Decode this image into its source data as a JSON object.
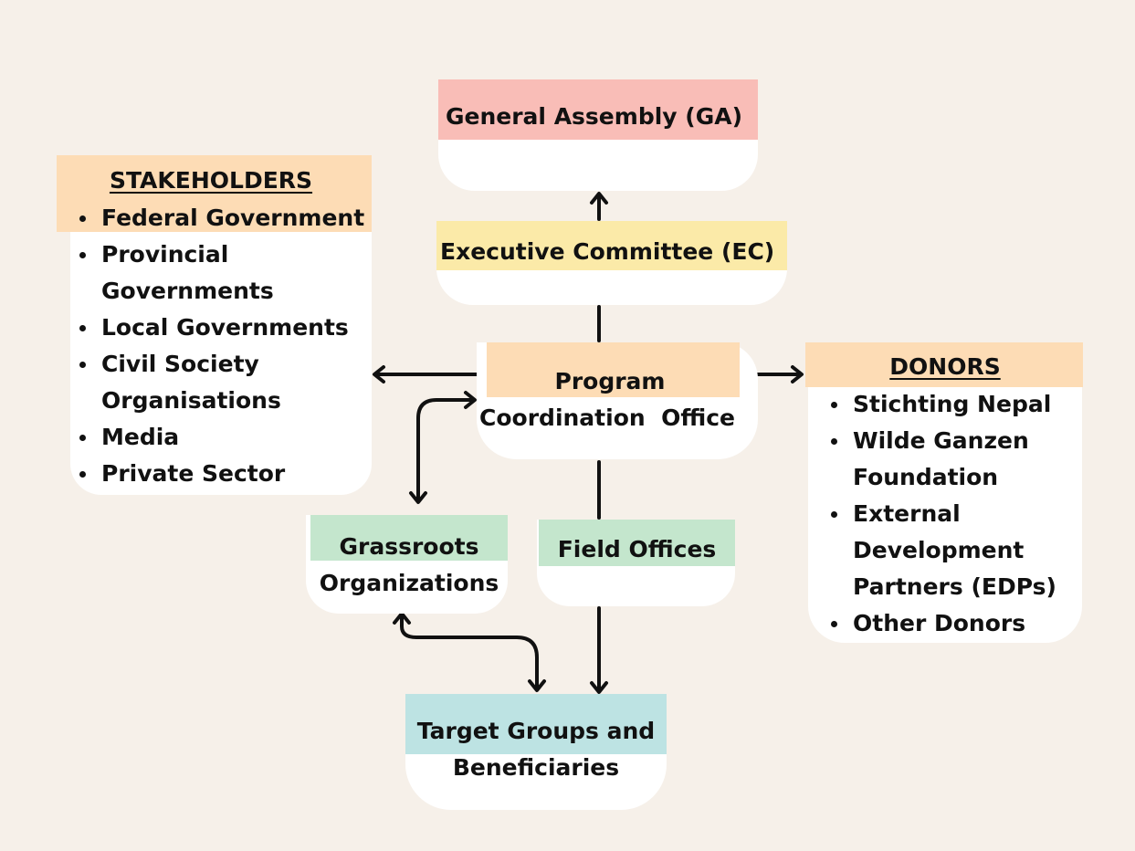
{
  "general_assembly": {
    "label": "General Assembly (GA)"
  },
  "executive_committee": {
    "label": "Executive Committee (EC)"
  },
  "program_office": {
    "line1": "Program",
    "line2": "Coordination  Office"
  },
  "stakeholders": {
    "title": "STAKEHOLDERS",
    "items": [
      "Federal Government",
      "Provincial",
      "Governments",
      "Local Governments",
      "Civil Society",
      "Organisations",
      "Media",
      "Private Sector"
    ]
  },
  "donors": {
    "title": "DONORS",
    "items": [
      "Stichting Nepal",
      "Wilde Ganzen",
      "Foundation",
      "External",
      "Development",
      "Partners (EDPs)",
      "Other Donors"
    ]
  },
  "grassroots": {
    "line1": "Grassroots",
    "line2": "Organizations"
  },
  "field_offices": {
    "label": "Field Offices"
  },
  "target_groups": {
    "line1": "Target Groups and",
    "line2": "Beneficiaries"
  },
  "colors": {
    "background": "#f6f0e9",
    "general_assembly": "#f9bdb7",
    "executive_committee": "#fbeaa8",
    "orange_band": "#fddcb5",
    "green_band": "#c4e6cd",
    "teal_band": "#bde3e3"
  }
}
